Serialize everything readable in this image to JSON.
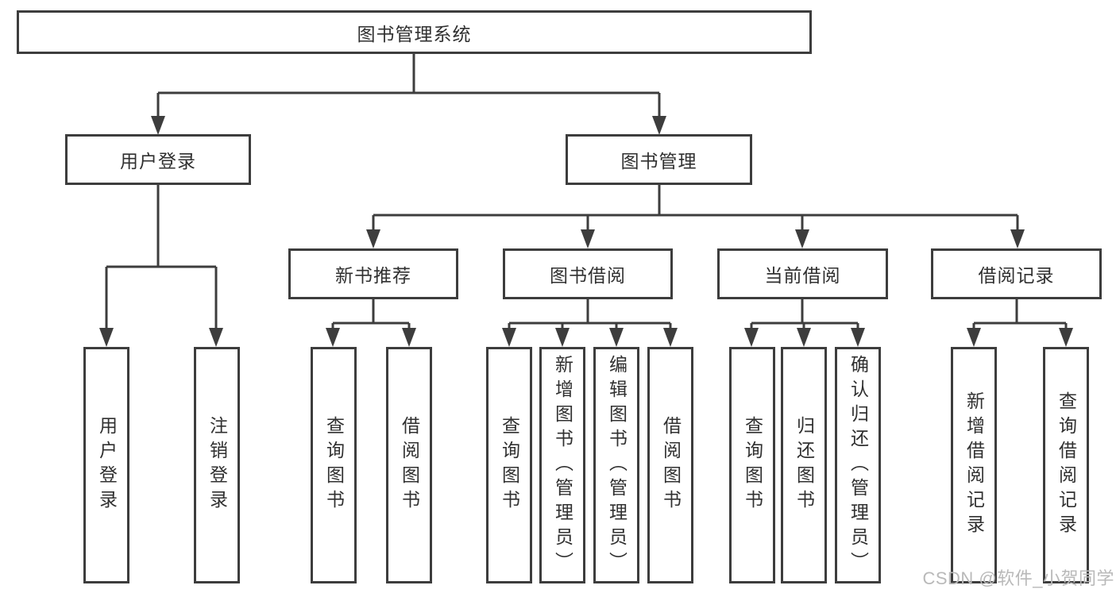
{
  "tree": {
    "root": "图书管理系统",
    "branches": [
      {
        "label": "用户登录",
        "leaves": [
          "用户登录",
          "注销登录"
        ]
      },
      {
        "label": "图书管理",
        "groups": [
          {
            "label": "新书推荐",
            "leaves": [
              "查询图书",
              "借阅图书"
            ]
          },
          {
            "label": "图书借阅",
            "leaves": [
              "查询图书",
              "新增图书（管理员）",
              "编辑图书（管理员）",
              "借阅图书"
            ]
          },
          {
            "label": "当前借阅",
            "leaves": [
              "查询图书",
              "归还图书",
              "确认归还（管理员）"
            ]
          },
          {
            "label": "借阅记录",
            "leaves": [
              "新增借阅记录",
              "查询借阅记录"
            ]
          }
        ]
      }
    ]
  },
  "watermark": "CSDN @软件_小贺同学",
  "colors": {
    "line": "#3d3d3d",
    "text": "#303030",
    "watermark": "#b9b9b9",
    "background": "#ffffff"
  }
}
